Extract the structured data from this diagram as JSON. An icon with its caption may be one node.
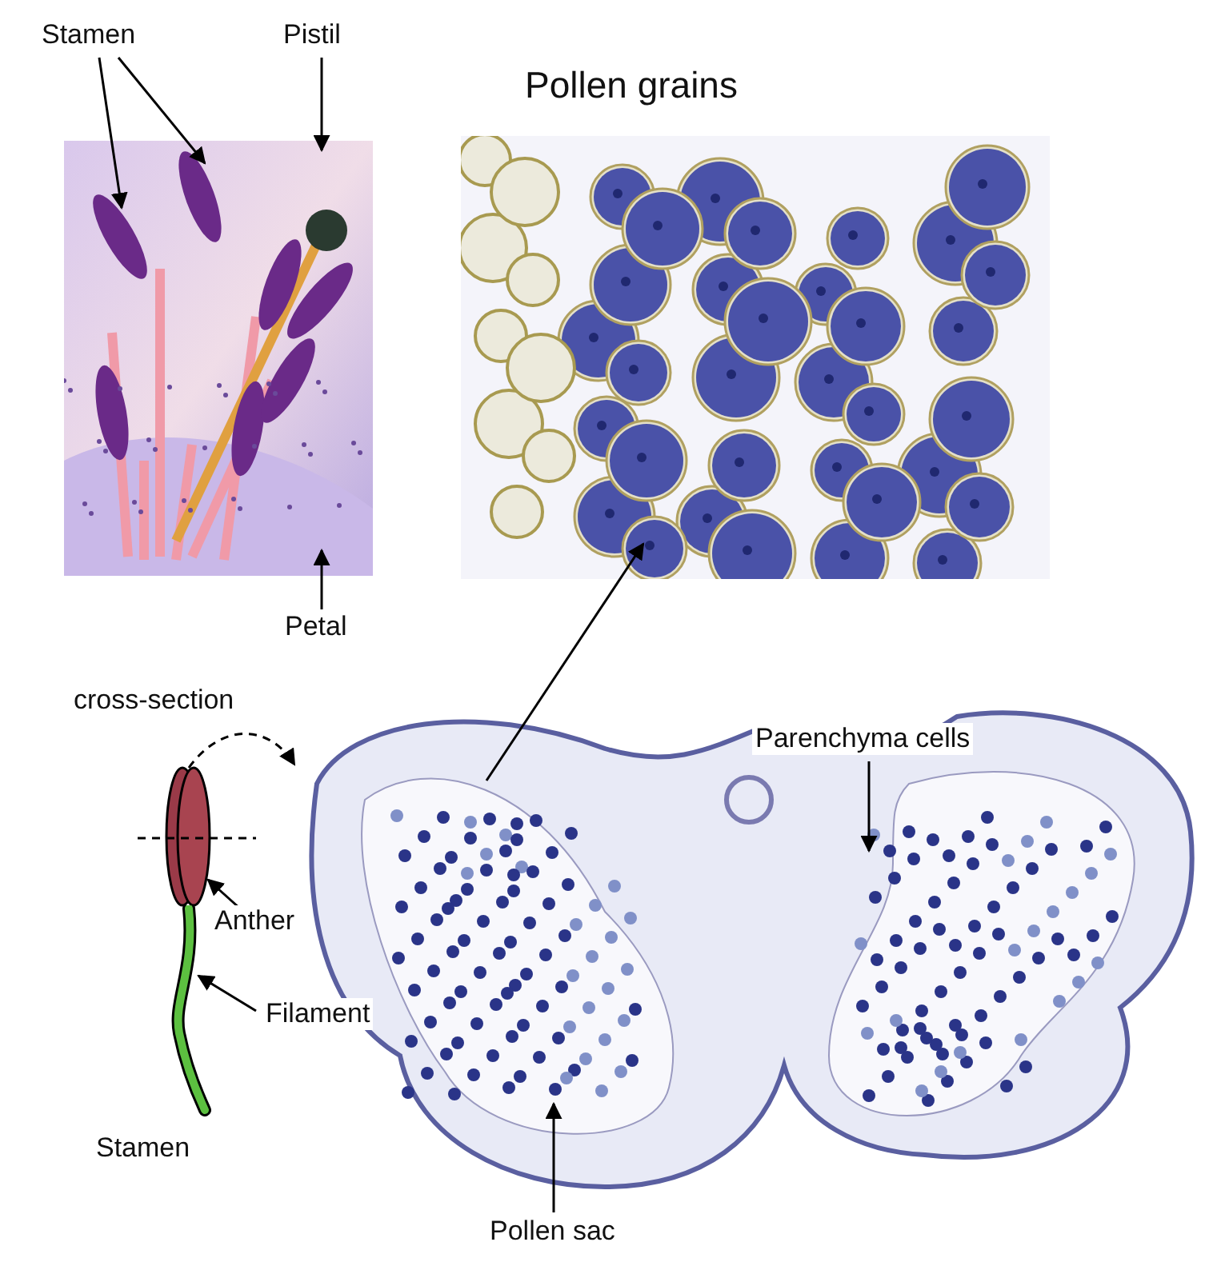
{
  "diagram": {
    "nodes": [
      {
        "text": [
          "Stamen"
        ]
      },
      {
        "text": [],
        "shape": "picture"
      },
      {
        "text": [
          "Pistil"
        ]
      },
      {
        "text": [
          "Petal"
        ]
      },
      {
        "text": [
          "Pollen grains"
        ]
      },
      {
        "text": [],
        "shape": "picture"
      },
      {
        "text": [
          "Parenchyma cells"
        ]
      },
      {
        "text": [],
        "shape": "ellipse"
      },
      {
        "text": [
          "Anther"
        ]
      },
      {
        "text": [],
        "shape": "bar"
      },
      {
        "text": [
          "Filament"
        ]
      },
      {
        "text": [
          "Pollen sac"
        ]
      }
    ],
    "edges": [
      {
        "from": 0,
        "to": 1,
        "arrow": "to"
      },
      {
        "from": 0,
        "to": 1,
        "arrow": "to"
      },
      {
        "from": 2,
        "to": 1,
        "arrow": "to"
      },
      {
        "from": 3,
        "to": 1,
        "arrow": "to"
      },
      {
        "from": 5,
        "to": 4,
        "arrow": "to"
      },
      {
        "from": 7,
        "to": 5,
        "arrow": "to",
        "style": "dashed"
      },
      {
        "from": 6,
        "to": 5,
        "arrow": "to"
      },
      {
        "from": 8,
        "to": 7,
        "arrow": "to"
      },
      {
        "from": 10,
        "to": 9,
        "arrow": "to"
      },
      {
        "from": 11,
        "to": 5,
        "arrow": "to"
      }
    ],
    "labels": [
      "cross-section",
      "Stamen"
    ]
  }
}
